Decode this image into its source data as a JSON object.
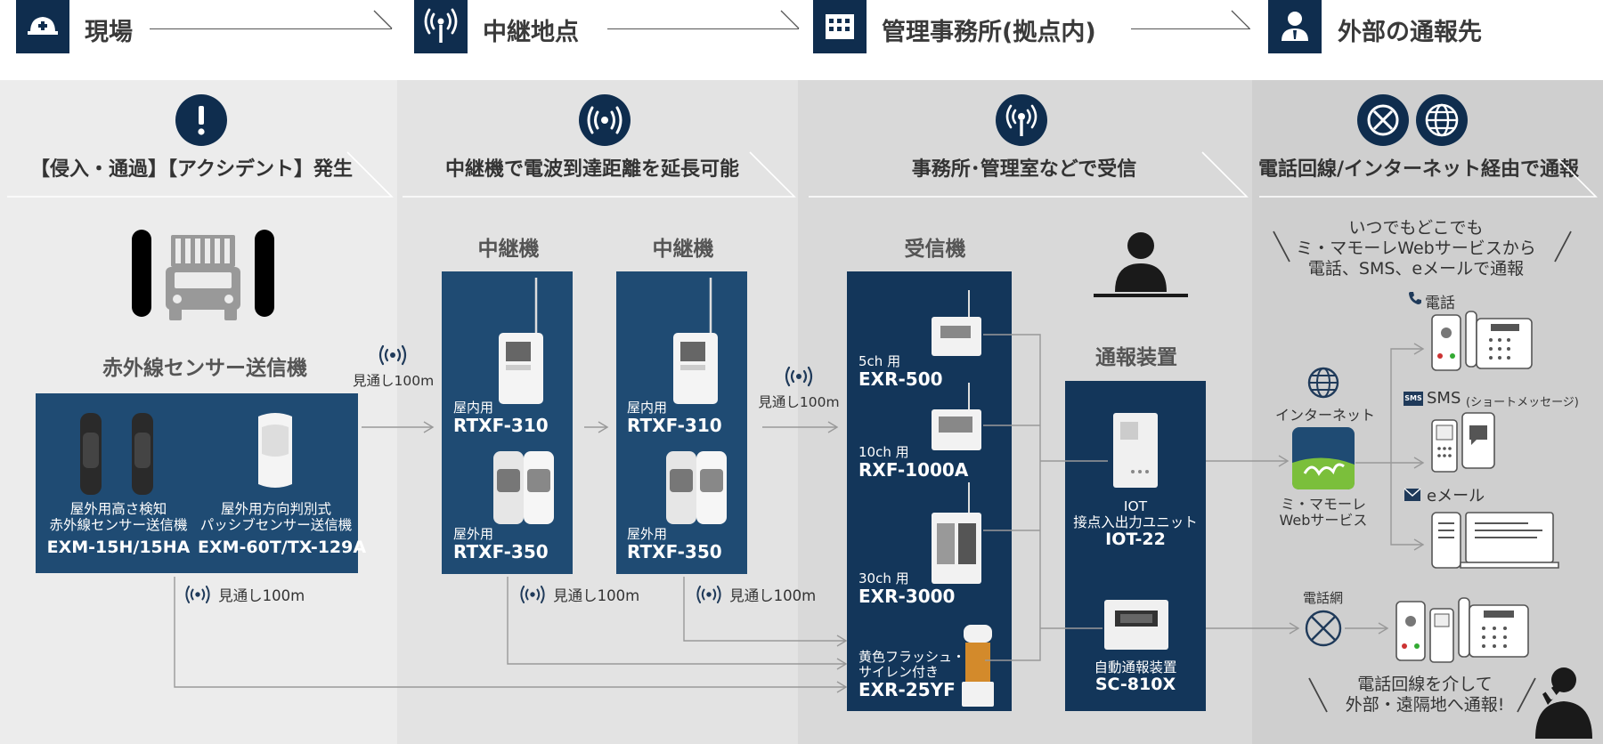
{
  "steps": [
    {
      "label": "現場",
      "icon": "helmet-icon"
    },
    {
      "label": "中継地点",
      "icon": "antenna-icon"
    },
    {
      "label": "管理事務所(拠点内)",
      "icon": "building-icon"
    },
    {
      "label": "外部の通報先",
      "icon": "person-icon"
    }
  ],
  "phases": [
    "【侵入・通過】【アクシデント】発生",
    "中継機で電波到達距離を延長可能",
    "事務所･管理室などで受信",
    "電話回線/インターネット経由で通報"
  ],
  "field": {
    "title": "赤外線センサー送信機",
    "devices": [
      {
        "desc1": "屋外用高さ検知",
        "desc2": "赤外線センサー送信機",
        "model": "EXM-15H/15HA"
      },
      {
        "desc1": "屋外用方向判別式",
        "desc2": "パッシブセンサー送信機",
        "model": "EXM-60T/TX-129A"
      }
    ]
  },
  "line_of_sight": "見通し100m",
  "repeaters": [
    {
      "title": "中継機",
      "indoor_label": "屋内用",
      "indoor_model": "RTXF-310",
      "outdoor_label": "屋外用",
      "outdoor_model": "RTXF-350"
    },
    {
      "title": "中継機",
      "indoor_label": "屋内用",
      "indoor_model": "RTXF-310",
      "outdoor_label": "屋外用",
      "outdoor_model": "RTXF-350"
    }
  ],
  "receiver": {
    "title": "受信機",
    "items": [
      {
        "label": "5ch 用",
        "model": "EXR-500"
      },
      {
        "label": "10ch 用",
        "model": "RXF-1000A"
      },
      {
        "label": "30ch 用",
        "model": "EXR-3000"
      },
      {
        "label1": "黄色フラッシュ・",
        "label2": "サイレン付き",
        "model": "EXR-25YF"
      }
    ]
  },
  "notifier": {
    "title": "通報装置",
    "iot_name": "IOT",
    "iot_desc": "接点入出力ユニット",
    "iot_model": "IOT-22",
    "auto_desc": "自動通報装置",
    "auto_model": "SC-810X"
  },
  "external": {
    "tagline": [
      "いつでもどこでも",
      "ミ・マモーレWebサービスから",
      "電話、SMS、eメールで通報"
    ],
    "internet_label": "インターネット",
    "service_label1": "ミ・マモーレ",
    "service_label2": "Webサービス",
    "phone_label": "電話",
    "sms_badge": "SMS",
    "sms_label": "SMS",
    "sms_note": "(ショートメッセージ)",
    "email_label": "eメール",
    "phone_network_label": "電話網",
    "bottom_text": [
      "電話回線を介して",
      "外部・遠隔地へ通報!"
    ]
  },
  "colors": {
    "navy": "#0f2d4e",
    "box_blue": "#1f4b73",
    "dark_panel": "#13365a",
    "grey1": "#ececec",
    "grey2": "#e3e3e3",
    "grey3": "#d9d9d9",
    "grey4": "#cfcfcf"
  }
}
